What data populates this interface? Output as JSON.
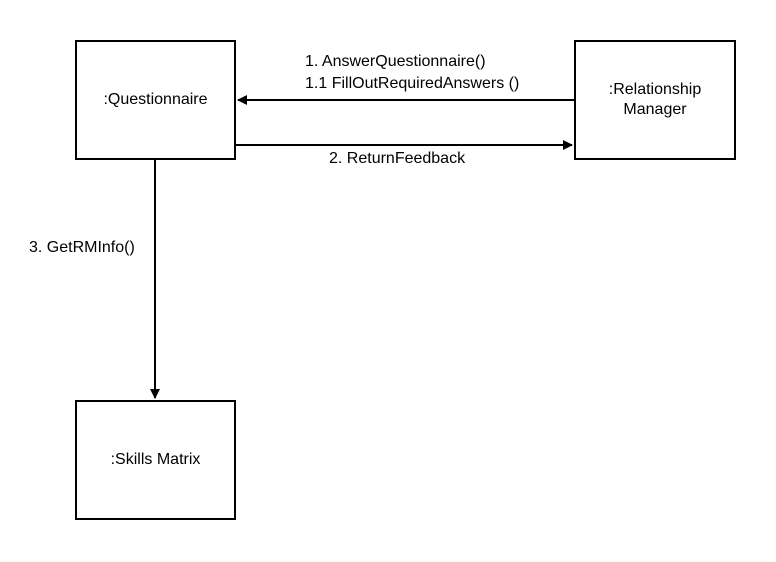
{
  "objects": {
    "questionnaire": ":Questionnaire",
    "relationship_manager": ":Relationship\nManager",
    "skills_matrix": ":Skills Matrix"
  },
  "messages": {
    "m1": "1. AnswerQuestionnaire()",
    "m1_1": "1.1 FillOutRequiredAnswers ()",
    "m2": "2. ReturnFeedback",
    "m3": "3. GetRMInfo()"
  },
  "colors": {
    "line": "#000000",
    "background": "#ffffff"
  }
}
